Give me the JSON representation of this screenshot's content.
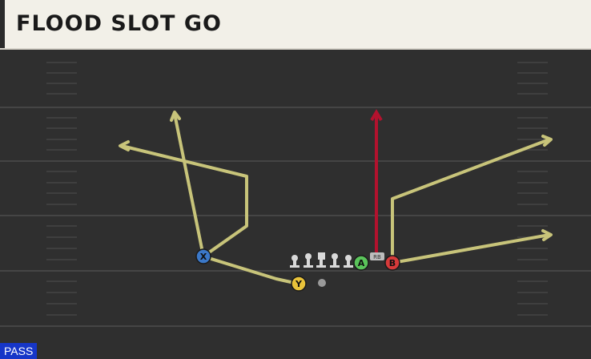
{
  "header": {
    "title": "FLOOD SLOT GO"
  },
  "play_type": "PASS",
  "players": {
    "x": {
      "label": "X",
      "color": "#3b78c8"
    },
    "y": {
      "label": "Y",
      "color": "#e8c23a"
    },
    "a": {
      "label": "A",
      "color": "#5ac45a"
    },
    "b": {
      "label": "B",
      "color": "#d63a3a"
    },
    "rb": {
      "label": "RB"
    }
  },
  "colors": {
    "route": "#c8c47a",
    "block": "#b3122e",
    "yardline": "#454545"
  }
}
